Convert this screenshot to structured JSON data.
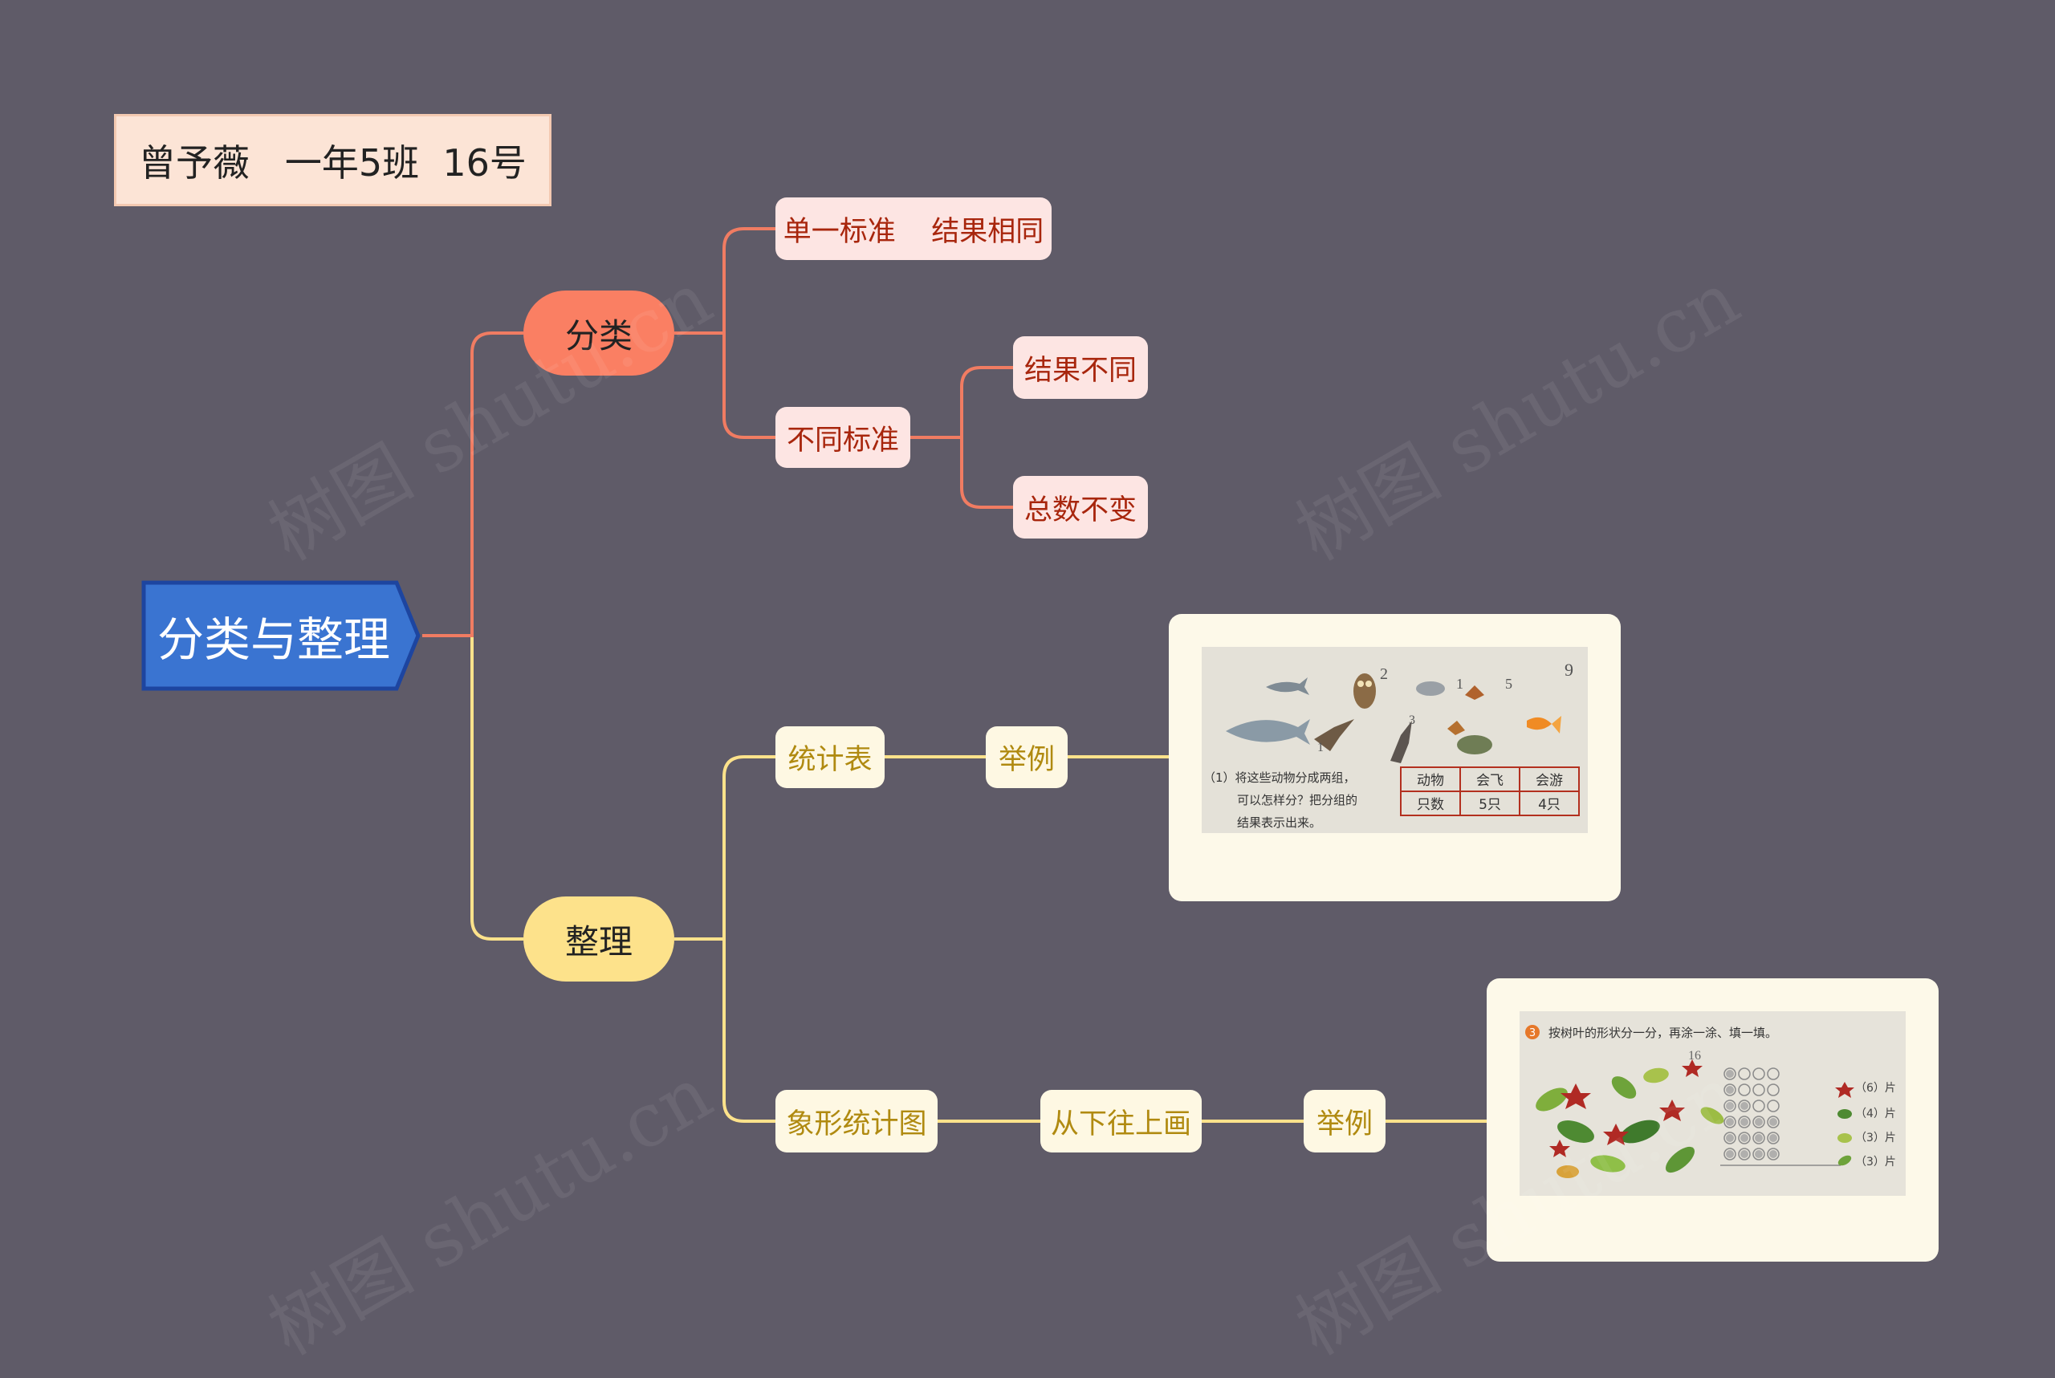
{
  "note": {
    "text": "曾予薇   一年5班  16号"
  },
  "root": {
    "label": "分类与整理"
  },
  "branches": {
    "classify": {
      "label": "分类",
      "single": "单一标准    结果相同",
      "different": "不同标准",
      "result_diff": "结果不同",
      "total_same": "总数不变"
    },
    "organize": {
      "label": "整理",
      "table": "统计表",
      "table_example": "举例",
      "pictograph": "象形统计图",
      "draw_up": "从下往上画",
      "pictograph_example": "举例"
    }
  },
  "image1": {
    "numbers": [
      "2",
      "1",
      "5",
      "9",
      "1",
      "3"
    ],
    "question": [
      "（1）将这些动物分成两组，",
      "可以怎样分？把分组的",
      "结果表示出来。"
    ],
    "table": [
      [
        "动物",
        "会飞",
        "会游"
      ],
      [
        "只数",
        "5只",
        "4只"
      ]
    ]
  },
  "image2": {
    "question": "按树叶的形状分一分，再涂一涂、填一填。",
    "badge": "3",
    "number": "16",
    "counts": [
      "（6）片",
      "（4）片",
      "（3）片",
      "（3）片"
    ]
  },
  "watermark": {
    "text": "树图 shutu.cn"
  },
  "colors": {
    "background": "#5f5b68",
    "root_fill": "#3a74d1",
    "root_border": "#1d45a0",
    "classify": "#fa7f63",
    "organize": "#fde28b",
    "pink_box": "#fde5e3",
    "cream_box": "#fef8e3"
  }
}
